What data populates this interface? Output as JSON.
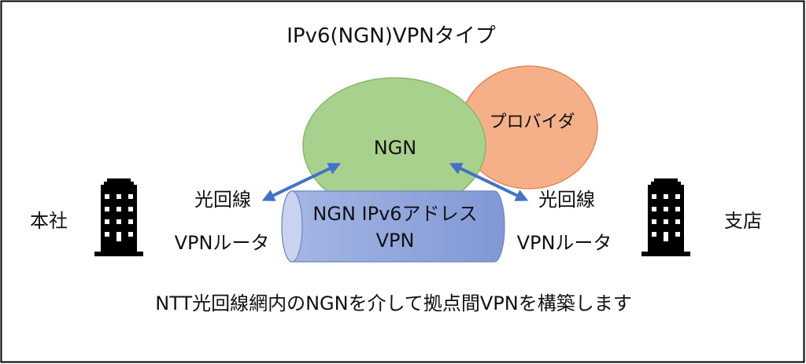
{
  "title": "IPv6(NGN)VPNタイプ",
  "ngn_label": "NGN",
  "provider_label": "プロバイダ",
  "tunnel": {
    "line1": "NGN IPv6アドレス",
    "line2": "VPN"
  },
  "left_site": {
    "name": "本社",
    "line_label": "光回線",
    "router_label": "VPNルータ"
  },
  "right_site": {
    "name": "支店",
    "line_label": "光回線",
    "router_label": "VPNルータ"
  },
  "caption": "NTT光回線網内のNGNを介して拠点間VPNを構築します",
  "colors": {
    "ngn": "#a9d18e",
    "provider": "#f4b183",
    "tunnel": "#8ea9db",
    "arrow": "#4472c4"
  }
}
